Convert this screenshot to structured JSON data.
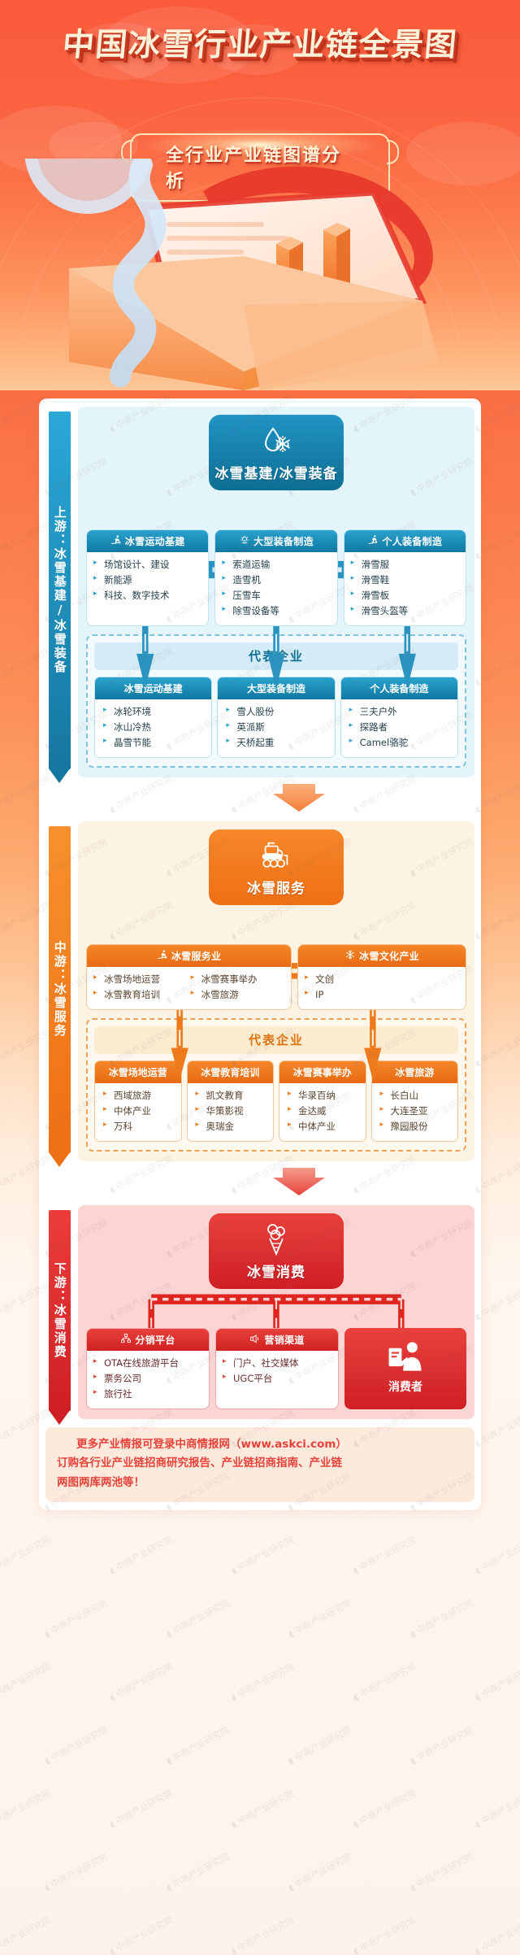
{
  "hero": {
    "title": "中国冰雪行业产业链全景图",
    "subtitle": "全行业产业链图谱分析"
  },
  "stages": [
    {
      "id": "upstream",
      "rail_label": "上游：冰雪基建/冰雪装备",
      "hub_label": "冰雪基建/冰雪装备",
      "hub_icon": "waterdrop-snowflake-icon",
      "accent": "#1577a0",
      "categories": [
        {
          "title": "冰雪运动基建",
          "icon": "skier-icon",
          "items": [
            "场馆设计、建设",
            "新能源",
            "科技、数字技术"
          ]
        },
        {
          "title": "大型装备制造",
          "icon": "gear-icon",
          "items": [
            "索道运输",
            "造雪机",
            "压雪车",
            "除雪设备等"
          ]
        },
        {
          "title": "个人装备制造",
          "icon": "snowboarder-icon",
          "items": [
            "滑雪服",
            "滑雪鞋",
            "滑雪板",
            "滑雪头盔等"
          ]
        }
      ],
      "reps_title": "代表企业",
      "reps": [
        {
          "title": "冰雪运动基建",
          "items": [
            "冰轮环境",
            "冰山冷热",
            "晶雪节能"
          ]
        },
        {
          "title": "大型装备制造",
          "items": [
            "雪人股份",
            "英派斯",
            "天桥起重"
          ]
        },
        {
          "title": "个人装备制造",
          "items": [
            "三夫户外",
            "探路者",
            "Camel骆驼"
          ]
        }
      ]
    },
    {
      "id": "midstream",
      "rail_label": "中游：冰雪服务",
      "hub_label": "冰雪服务",
      "hub_icon": "snow-groomer-icon",
      "accent": "#ef6f14",
      "categories": [
        {
          "title": "冰雪服务业",
          "icon": "skier-icon",
          "items_col1": [
            "冰雪场地运营",
            "冰雪教育培训"
          ],
          "items_col2": [
            "冰雪赛事举办",
            "冰雪旅游"
          ]
        },
        {
          "title": "冰雪文化产业",
          "icon": "snowflake-icon",
          "items": [
            "文创",
            "IP"
          ]
        }
      ],
      "reps_title": "代表企业",
      "reps": [
        {
          "title": "冰雪场地运营",
          "items": [
            "西域旅游",
            "中体产业",
            "万科"
          ]
        },
        {
          "title": "冰雪教育培训",
          "items": [
            "凯文教育",
            "华策影视",
            "奥瑞金"
          ]
        },
        {
          "title": "冰雪赛事举办",
          "items": [
            "华录百纳",
            "金达威",
            "中体产业"
          ]
        },
        {
          "title": "冰雪旅游",
          "items": [
            "长白山",
            "大连圣亚",
            "豫园股份"
          ]
        }
      ]
    },
    {
      "id": "downstream",
      "rail_label": "下游：冰雪消费",
      "hub_label": "冰雪消费",
      "hub_icon": "ice-cream-icon",
      "accent": "#cf1f25",
      "categories": [
        {
          "title": "分销平台",
          "icon": "network-icon",
          "items": [
            "OTA在线旅游平台",
            "票务公司",
            "旅行社"
          ]
        },
        {
          "title": "营销渠道",
          "icon": "megaphone-icon",
          "items": [
            "门户、社交媒体",
            "UGC平台"
          ]
        }
      ],
      "consumer": {
        "label": "消费者",
        "icon": "consumer-person-icon"
      }
    }
  ],
  "footer": {
    "line1": "更多产业情报可登录中商情报网（www.askci.com）",
    "line2": "订购各行业产业链招商研究报告、产业链招商指南、产业链",
    "line3": "两图两库两池等！"
  },
  "watermark": {
    "text": "中商产业研究院"
  }
}
